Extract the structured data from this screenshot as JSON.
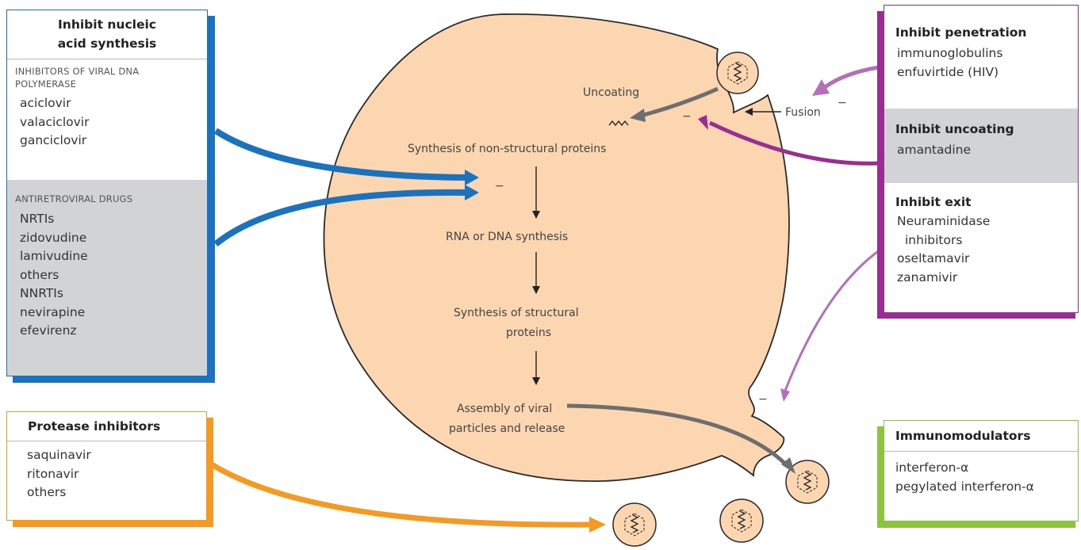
{
  "colors": {
    "cell": "#fbd6b0",
    "blue": "#1b72bf",
    "purple": "#9a2c92",
    "orange": "#f49a22",
    "green": "#8cc43f",
    "lilac": "#b56fb8",
    "gray_arrow": "#707070",
    "gray_panel": "#d1d3d4"
  },
  "cell_labels": {
    "uncoating": "Uncoating",
    "fusion": "Fusion",
    "nonstructural": "Synthesis of non-structural proteins",
    "rna_dna": "RNA or DNA synthesis",
    "structural_1": "Synthesis of structural",
    "structural_2": "proteins",
    "assembly_1": "Assembly of viral",
    "assembly_2": "particles and release",
    "minus": "−"
  },
  "nucleic": {
    "title_1": "Inhibit nucleic",
    "title_2": "acid synthesis",
    "polymerase_heading": "INHIBITORS OF VIRAL DNA POLYMERASE",
    "polymerase_drugs": [
      "aciclovir",
      "valaciclovir",
      "ganciclovir"
    ],
    "antiretroviral_heading": "ANTIRETROVIRAL DRUGS",
    "antiretroviral_drugs": [
      "NRTIs",
      "zidovudine",
      "lamivudine",
      "others",
      "NNRTIs",
      "nevirapine",
      "efevirenz"
    ]
  },
  "protease": {
    "title": "Protease inhibitors",
    "drugs": [
      "saquinavir",
      "ritonavir",
      "others"
    ]
  },
  "penetration": {
    "title": "Inhibit penetration",
    "drugs": [
      "immunoglobulins",
      "enfuvirtide (HIV)"
    ]
  },
  "uncoating_box": {
    "title": "Inhibit uncoating",
    "drugs": [
      "amantadine"
    ]
  },
  "exit": {
    "title": "Inhibit exit",
    "drugs": [
      "Neuraminidase",
      "inhibitors",
      "oseltamavir",
      "zanamivir"
    ]
  },
  "immuno": {
    "title": "Immunomodulators",
    "drugs": [
      "interferon-α",
      "pegylated interferon-α"
    ]
  }
}
